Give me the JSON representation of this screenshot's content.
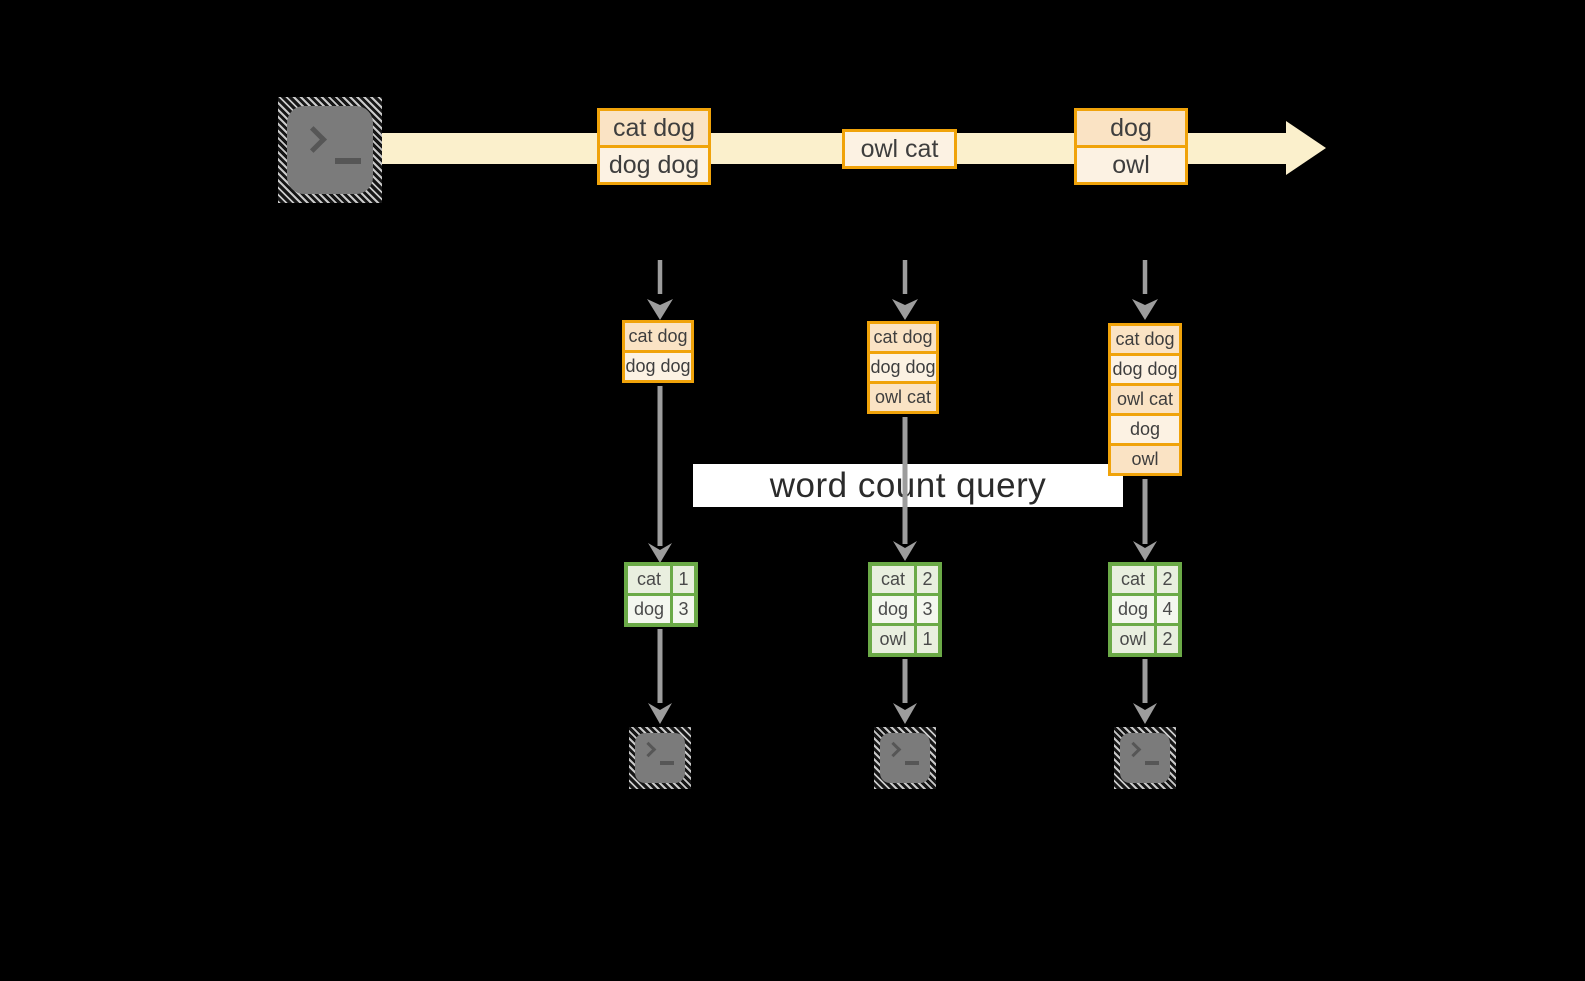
{
  "query_label": "word count query",
  "palette": {
    "band": "#FBF0CC",
    "orange": "#F0A30A",
    "cell_dark": "#FAE3C4",
    "cell_light": "#FCF2E3",
    "green": "#6BAA47",
    "green_dark": "#E9EFDF",
    "green_light": "#F4F7EF",
    "gray": "#9D9D9D",
    "ink": "#3E3E3E",
    "icon_gray": "#7B7B7B"
  },
  "stream_batches": [
    {
      "lines": [
        {
          "text": "cat dog",
          "shade": "dark"
        },
        {
          "text": "dog dog",
          "shade": "light"
        }
      ]
    },
    {
      "lines": [
        {
          "text": "owl cat",
          "shade": "light"
        }
      ]
    },
    {
      "lines": [
        {
          "text": "dog",
          "shade": "dark"
        },
        {
          "text": "owl",
          "shade": "light"
        }
      ]
    }
  ],
  "buffers": [
    [
      "cat dog",
      "dog dog"
    ],
    [
      "cat dog",
      "dog dog",
      "owl cat"
    ],
    [
      "cat dog",
      "dog dog",
      "owl cat",
      "dog",
      "owl"
    ]
  ],
  "count_tables": [
    [
      [
        "cat",
        "1"
      ],
      [
        "dog",
        "3"
      ]
    ],
    [
      [
        "cat",
        "2"
      ],
      [
        "dog",
        "3"
      ],
      [
        "owl",
        "1"
      ]
    ],
    [
      [
        "cat",
        "2"
      ],
      [
        "dog",
        "4"
      ],
      [
        "owl",
        "2"
      ]
    ]
  ],
  "icons": {
    "source": "terminal-icon",
    "sinks": [
      "terminal-icon",
      "terminal-icon",
      "terminal-icon"
    ]
  }
}
